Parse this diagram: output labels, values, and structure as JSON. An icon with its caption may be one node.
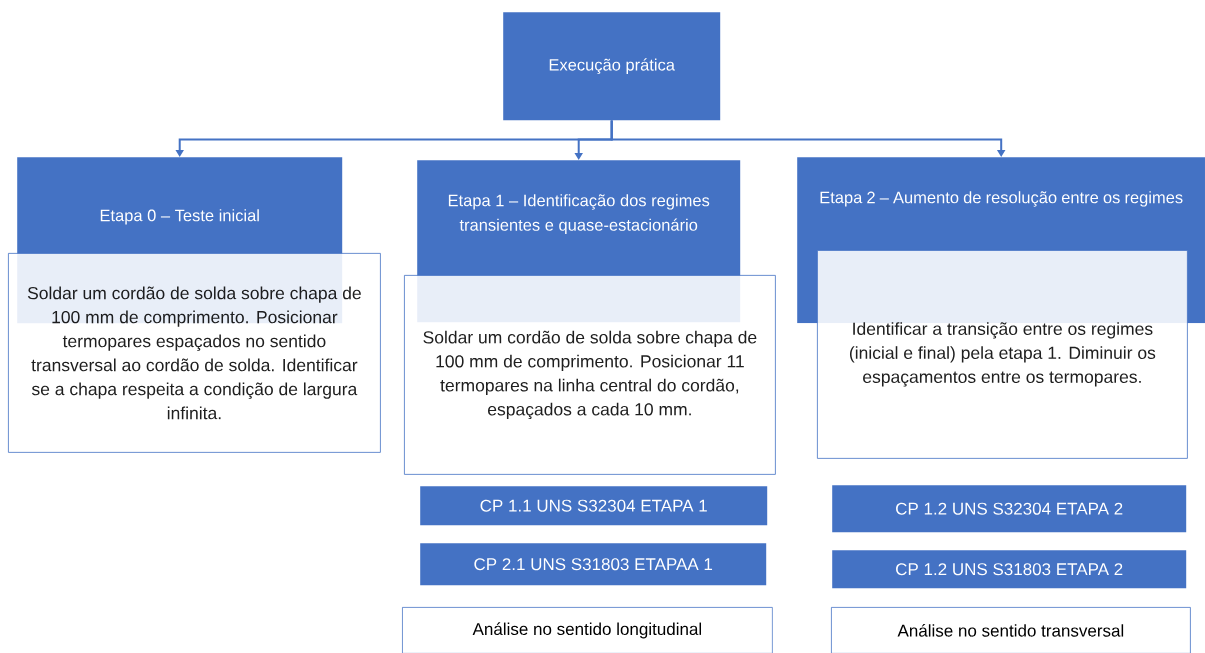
{
  "diagram": {
    "nodes": [
      {
        "text": [
          "Execução prática"
        ]
      },
      {
        "text": [
          "Etapa 0 – Teste inicial"
        ]
      },
      {
        "text": [
          "Soldar um cordão de solda sobre chapa de 100 mm de comprimento. Posicionar termopares espaçados no sentido transversal ao cordão de solda. Identificar se a chapa respeita a condição de largura infinita."
        ]
      },
      {
        "text": [
          "Etapa 1 – Identificação dos regimes transientes e quase-estacionário"
        ]
      },
      {
        "text": [
          "Soldar um cordão de solda sobre chapa de 100 mm de comprimento. Posicionar 11 termopares na linha central do cordão, espaçados a cada 10 mm."
        ]
      },
      {
        "text": [
          "Etapa 2 – Aumento de resolução entre os regimes"
        ]
      },
      {
        "text": [
          "Identificar a transição entre os regimes (inicial e final) pela etapa 1. Diminuir os espaçamentos entre os termopares."
        ]
      },
      {
        "text": [
          "CP 1.1 UNS S32304 ETAPA 1"
        ]
      },
      {
        "text": [
          "CP 2.1 UNS S31803 ETAPAA 1"
        ]
      },
      {
        "text": [
          "CP 1.2 UNS S32304 ETAPA 2"
        ]
      },
      {
        "text": [
          "CP 1.2 UNS S31803 ETAPA 2"
        ]
      },
      {
        "text": [
          "Análise no sentido longitudinal"
        ]
      },
      {
        "text": [
          "Análise no sentido transversal"
        ]
      }
    ],
    "edges": [
      {
        "from": 0,
        "to": 1,
        "arrow": "to"
      },
      {
        "from": 0,
        "to": 3,
        "arrow": "to"
      },
      {
        "from": 0,
        "to": 5,
        "arrow": "to"
      }
    ]
  }
}
